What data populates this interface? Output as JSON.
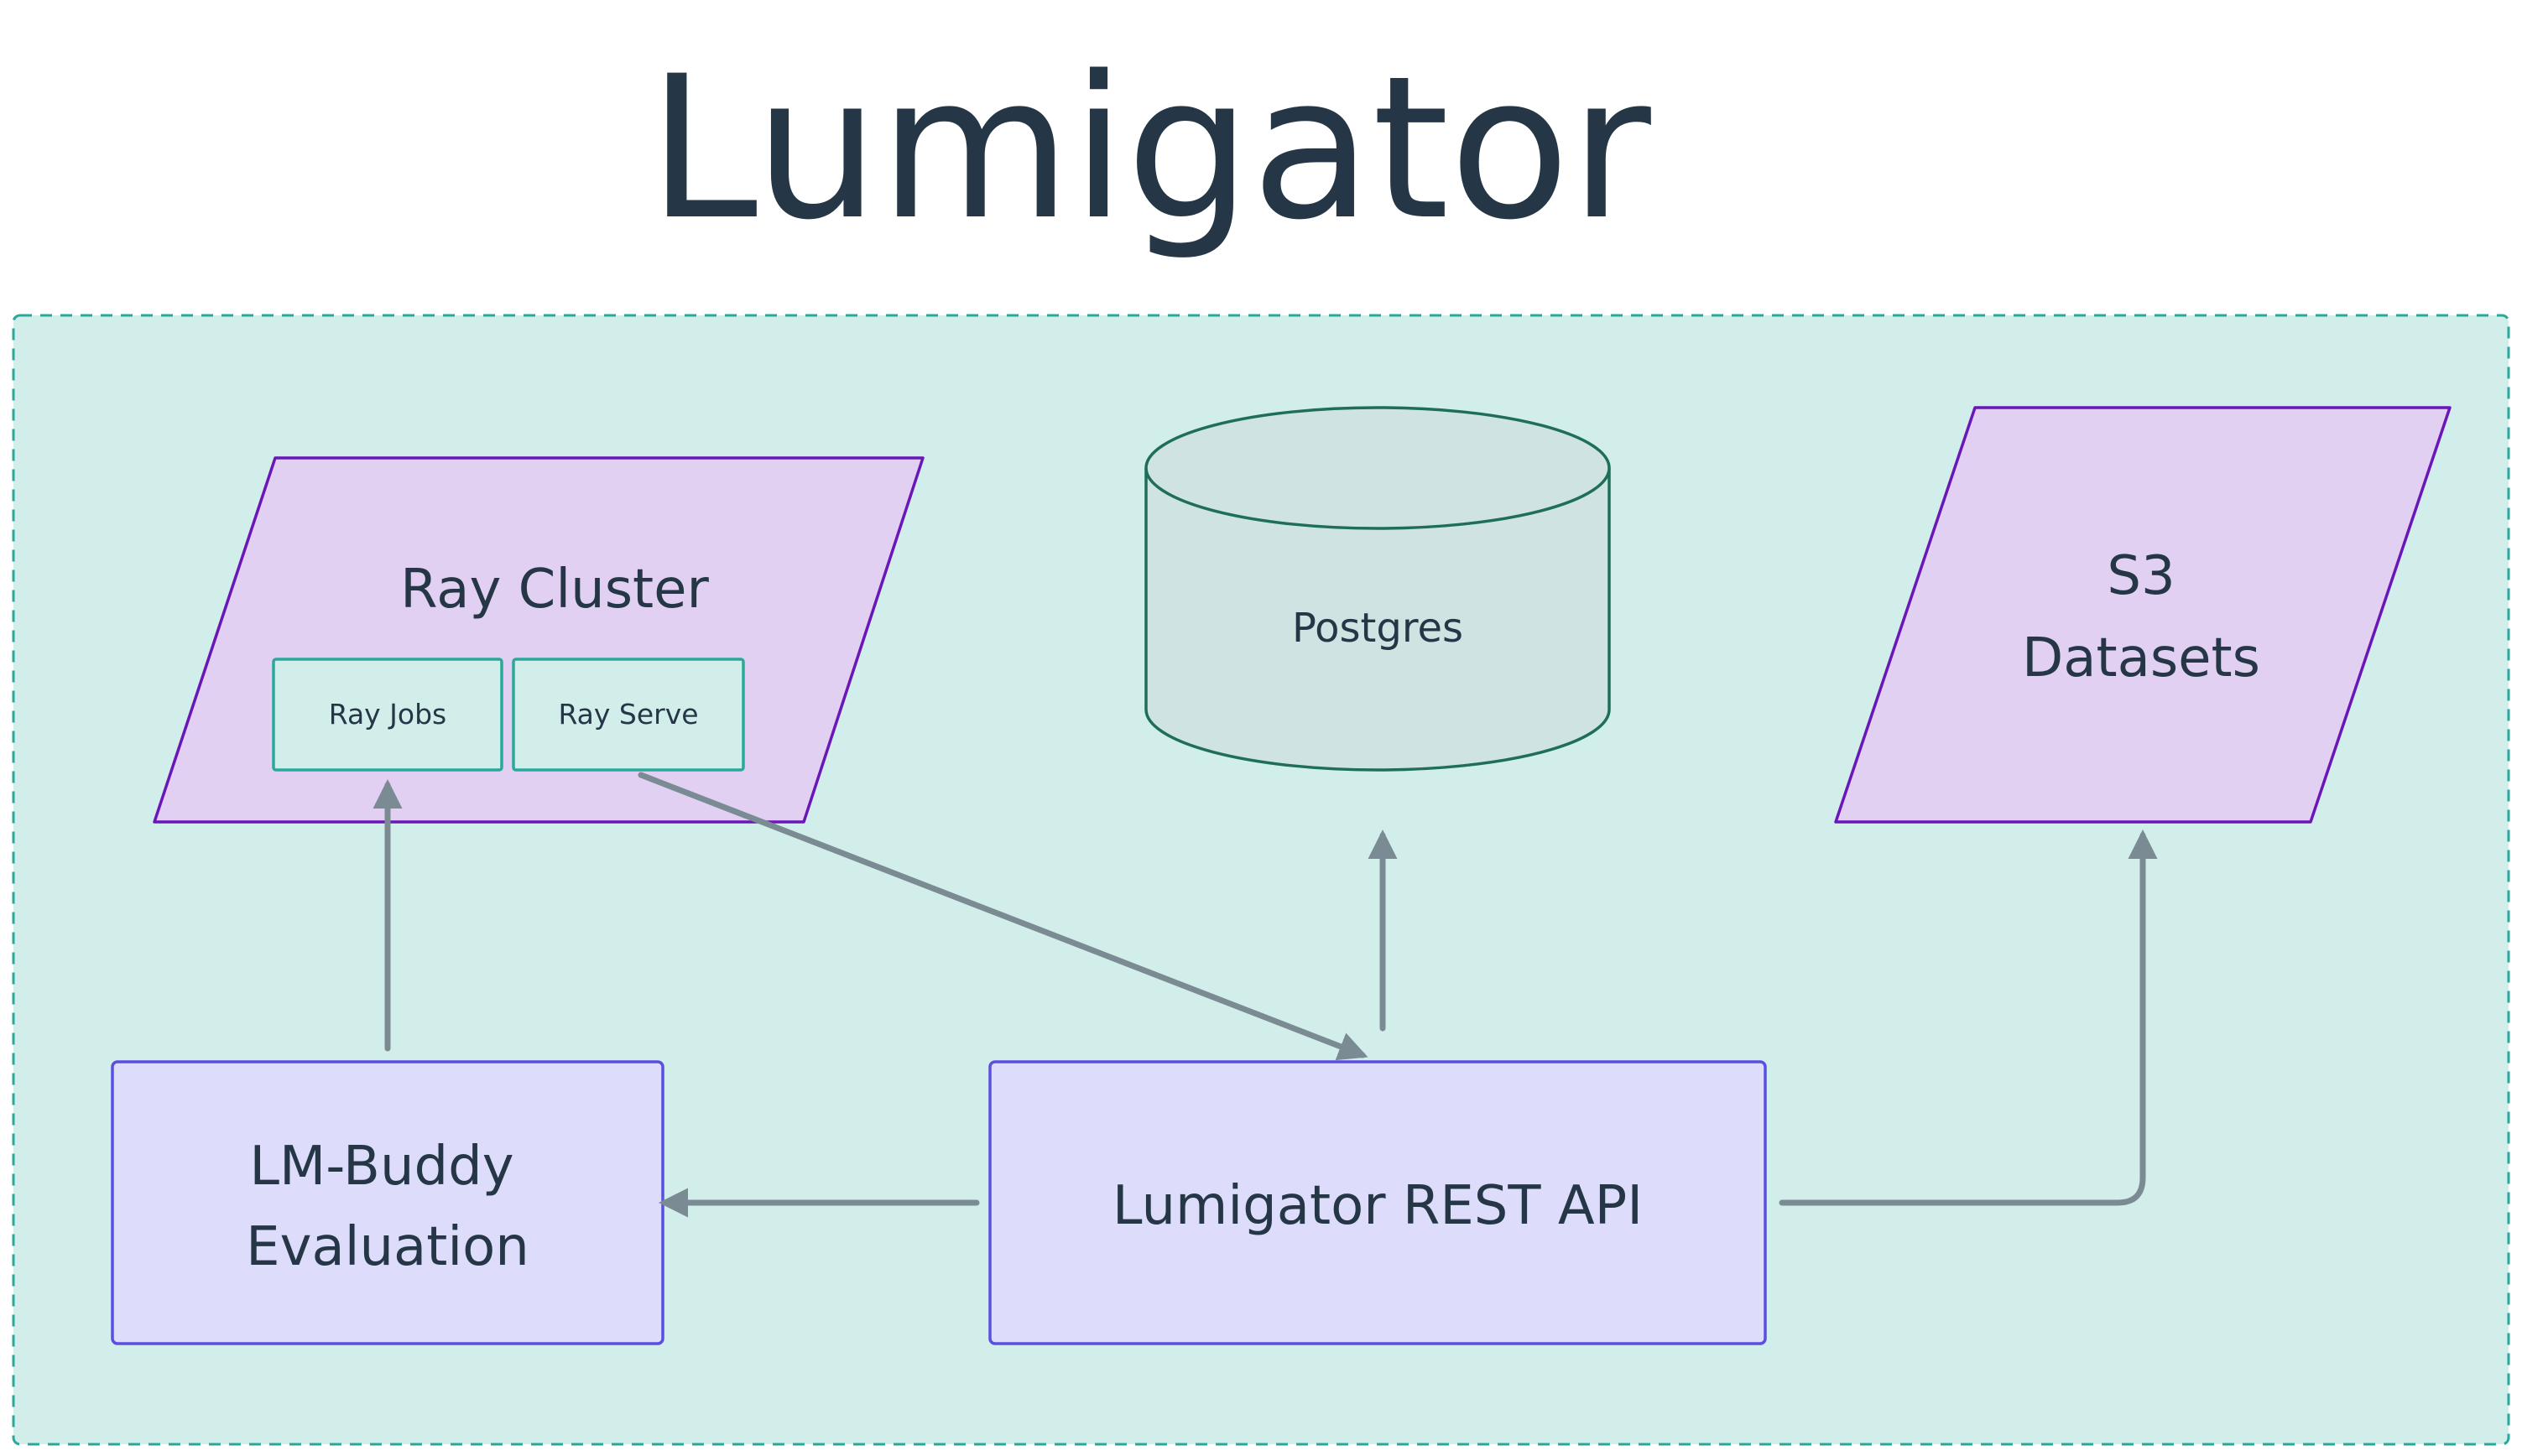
{
  "title": "Lumigator",
  "nodes": {
    "ray_cluster": {
      "label": "Ray Cluster",
      "ray_jobs": "Ray Jobs",
      "ray_serve": "Ray Serve"
    },
    "postgres": {
      "label": "Postgres"
    },
    "s3": {
      "line1": "S3",
      "line2": "Datasets"
    },
    "lm_buddy": {
      "line1": "LM-Buddy",
      "line2": "Evaluation"
    },
    "rest_api": {
      "label": "Lumigator REST API"
    }
  },
  "edges": [
    {
      "from": "lm-buddy-evaluation",
      "to": "ray-jobs"
    },
    {
      "from": "ray-serve",
      "to": "lumigator-rest-api"
    },
    {
      "from": "lumigator-rest-api",
      "to": "postgres"
    },
    {
      "from": "lumigator-rest-api",
      "to": "lm-buddy-evaluation"
    },
    {
      "from": "lumigator-rest-api",
      "to": "s3-datasets"
    }
  ],
  "colors": {
    "title": "#253746",
    "container_fill": "#d2eeeb",
    "container_stroke": "#2aa89a",
    "cluster_fill": "#e2d0f2",
    "cluster_stroke": "#6a16b8",
    "inner_box_stroke": "#2aa89a",
    "db_fill": "#cfe4e2",
    "db_stroke": "#1f6e5c",
    "service_fill": "#dddcfb",
    "service_stroke": "#5a4fe0",
    "arrow": "#7b8b94",
    "text": "#253746"
  }
}
